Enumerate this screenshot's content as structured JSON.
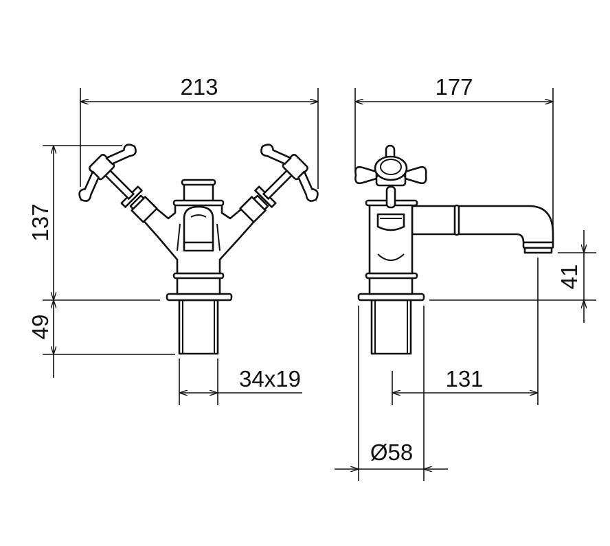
{
  "title": "Basin mixer technical drawing",
  "front_view": {
    "width_label": "213",
    "height_label": "137",
    "shank_height_label": "49",
    "shank_size_label": "34x19"
  },
  "side_view": {
    "depth_label": "177",
    "spout_height_label": "41",
    "spout_reach_label": "131",
    "base_diameter_label": "Ø58"
  },
  "colors": {
    "line": "#111111",
    "background": "#ffffff"
  }
}
